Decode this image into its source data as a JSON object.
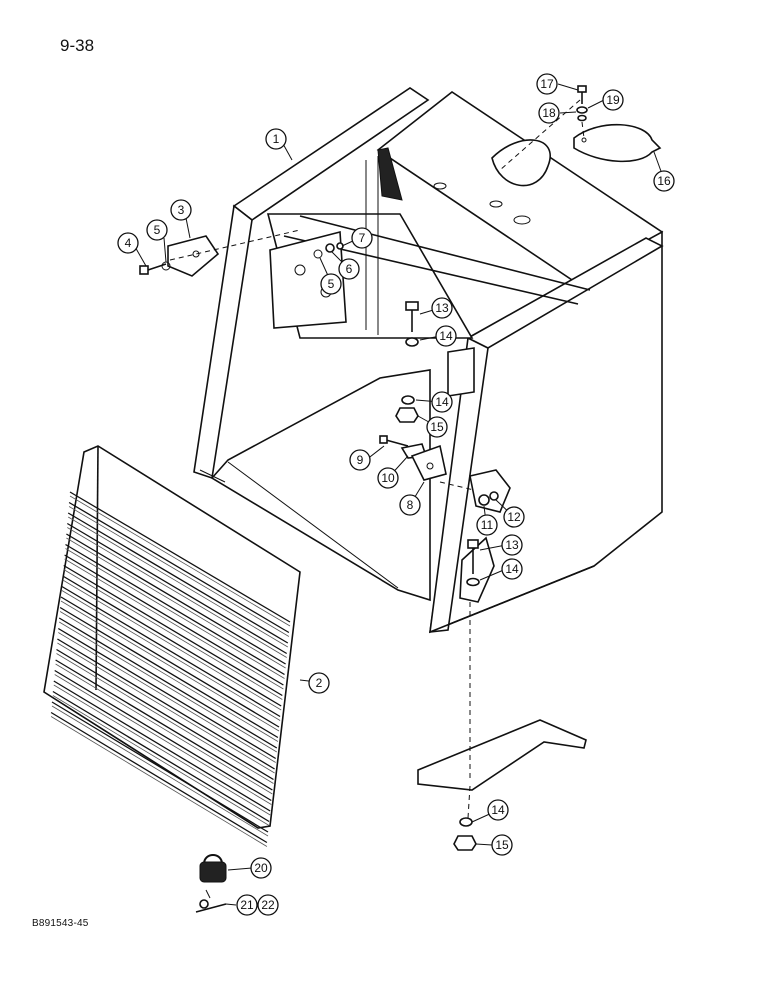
{
  "page_number": "9-38",
  "figure_code": "B891543-45",
  "callouts": [
    "1",
    "2",
    "3",
    "4",
    "5",
    "5",
    "6",
    "7",
    "8",
    "9",
    "10",
    "11",
    "12",
    "13",
    "13",
    "14",
    "14",
    "14",
    "14",
    "15",
    "15",
    "16",
    "17",
    "18",
    "19",
    "20",
    "21",
    "22"
  ],
  "icons": [
    "hood-frame",
    "grille",
    "hinge-bracket",
    "bolt",
    "nut",
    "washer",
    "cover-plate",
    "padlock",
    "key",
    "support-strap"
  ]
}
